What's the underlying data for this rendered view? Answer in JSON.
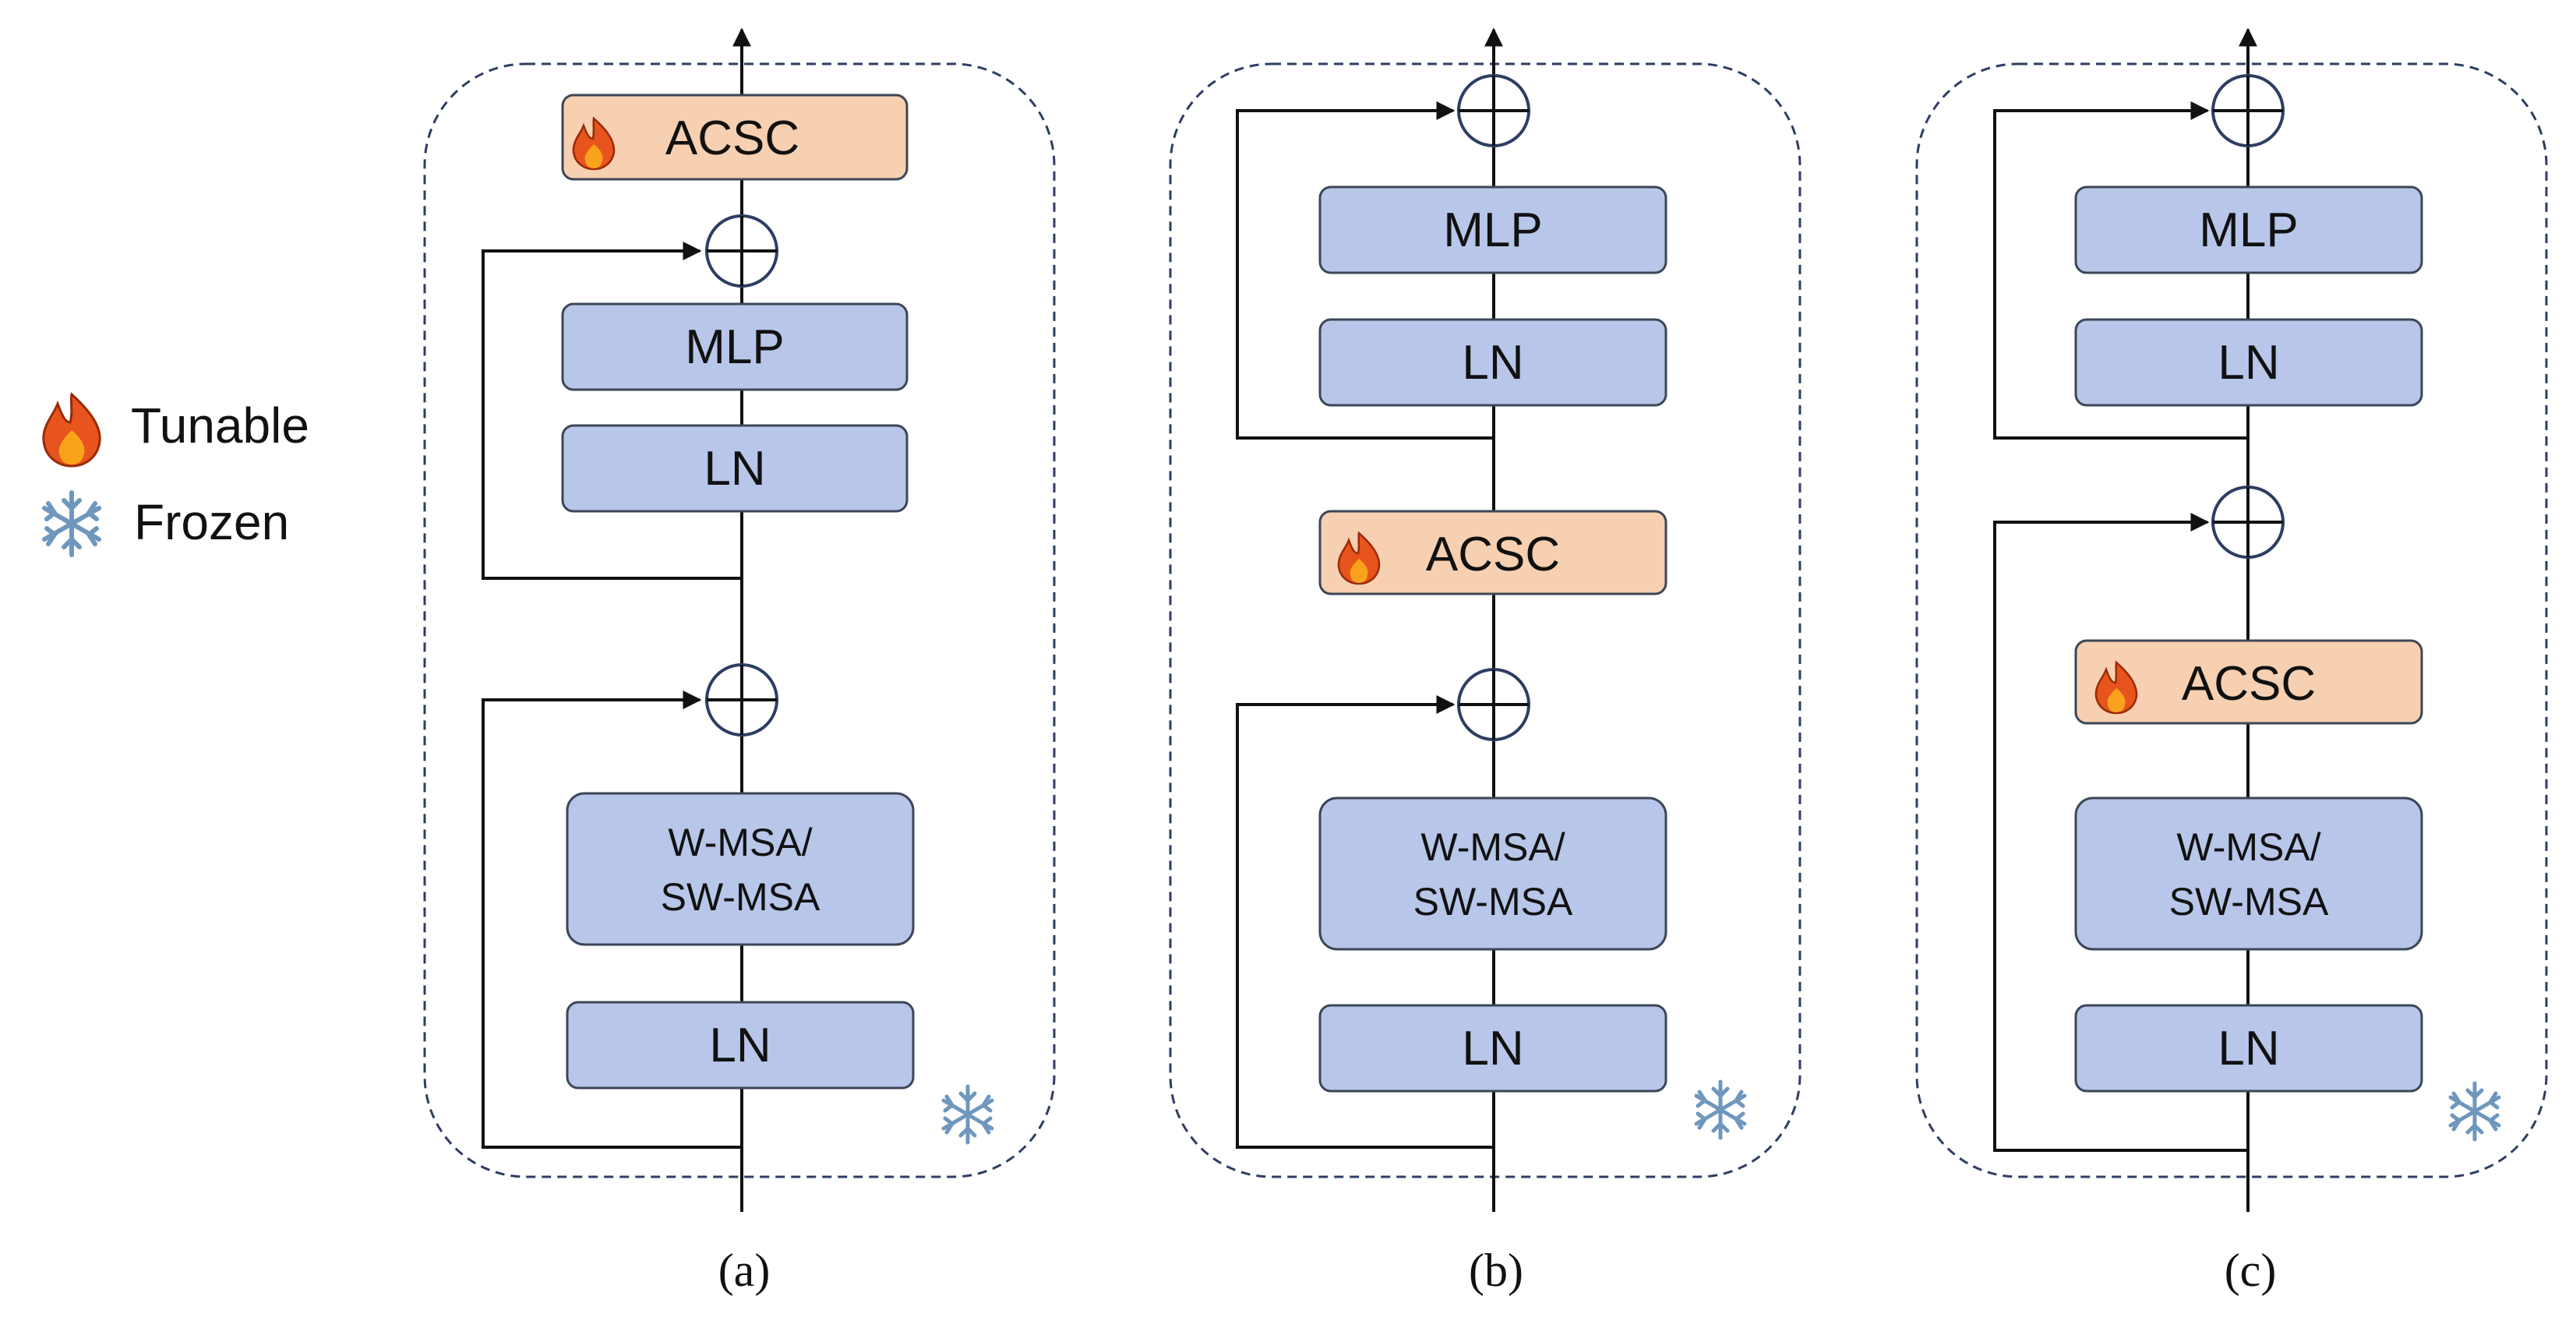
{
  "legend": {
    "tunable_label": "Tunable",
    "frozen_label": "Frozen",
    "tunable_icon": "fire-icon",
    "frozen_icon": "snowflake-icon"
  },
  "colors": {
    "frozen_block_fill": "#b8c6ea",
    "tunable_block_fill": "#f6d0b1",
    "block_stroke": "#3c4656",
    "line": "#111111",
    "dashed_border": "#2e3d63",
    "fire_outer": "#e8541d",
    "fire_inner": "#f9a21b",
    "snow": "#9bc3e0"
  },
  "panels": [
    {
      "caption": "(a)",
      "blocks": [
        {
          "label": "ACSC",
          "kind": "tunable"
        },
        {
          "label": "MLP",
          "kind": "frozen"
        },
        {
          "label": "LN",
          "kind": "frozen"
        },
        {
          "label": "W-MSA/",
          "label2": "SW-MSA",
          "kind": "frozen"
        },
        {
          "label": "LN",
          "kind": "frozen"
        }
      ]
    },
    {
      "caption": "(b)",
      "blocks": [
        {
          "label": "MLP",
          "kind": "frozen"
        },
        {
          "label": "LN",
          "kind": "frozen"
        },
        {
          "label": "ACSC",
          "kind": "tunable"
        },
        {
          "label": "W-MSA/",
          "label2": "SW-MSA",
          "kind": "frozen"
        },
        {
          "label": "LN",
          "kind": "frozen"
        }
      ]
    },
    {
      "caption": "(c)",
      "blocks": [
        {
          "label": "MLP",
          "kind": "frozen"
        },
        {
          "label": "LN",
          "kind": "frozen"
        },
        {
          "label": "ACSC",
          "kind": "tunable"
        },
        {
          "label": "W-MSA/",
          "label2": "SW-MSA",
          "kind": "frozen"
        },
        {
          "label": "LN",
          "kind": "frozen"
        }
      ]
    }
  ]
}
